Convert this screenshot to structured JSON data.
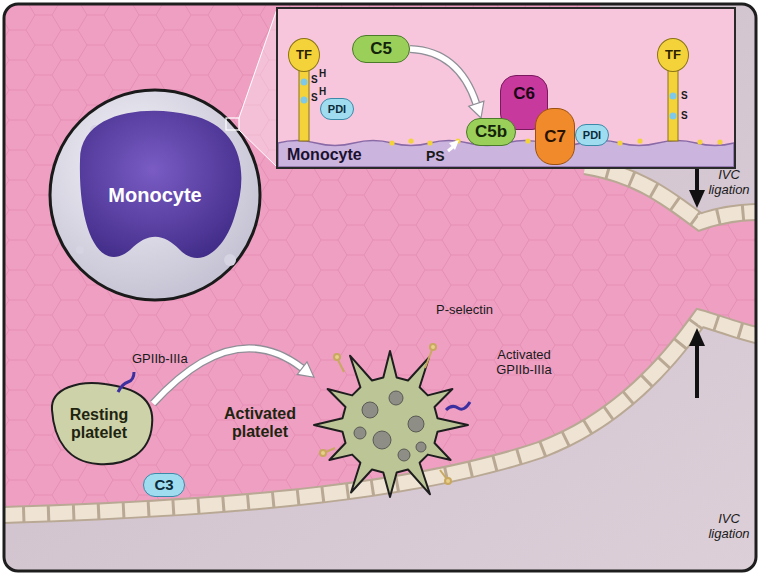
{
  "diagram": {
    "nodes": [
      {
        "text": [
          "Monocyte"
        ]
      },
      {
        "text": [
          "Monocyte"
        ]
      },
      {
        "text": [
          "TF"
        ],
        "in": 1
      },
      {
        "text": [
          "PDI"
        ],
        "in": 1
      },
      {
        "text": [
          "C5"
        ],
        "in": 1
      },
      {
        "text": [
          "C6"
        ],
        "in": 1
      },
      {
        "text": [
          "C5b"
        ],
        "in": 1
      },
      {
        "text": [
          "C7"
        ],
        "in": 1
      },
      {
        "text": [
          "PDI"
        ],
        "in": 1
      },
      {
        "text": [
          "TF"
        ],
        "in": 1
      },
      {
        "text": [
          "Resting platelet"
        ]
      },
      {
        "text": [
          "C3"
        ]
      },
      {
        "text": [
          "Activated platelet"
        ]
      }
    ],
    "edges": [
      {
        "from": 4,
        "to": 6,
        "arrow": "to"
      },
      {
        "from": 10,
        "to": 12,
        "arrow": "to"
      }
    ],
    "labels": [
      "GPIIb-IIIa",
      "P-selectin",
      "Activated GPIIb-IIIa",
      "IVC ligation",
      "IVC ligation",
      "PS",
      "S",
      "H",
      "S",
      "H",
      "S",
      "S"
    ]
  }
}
